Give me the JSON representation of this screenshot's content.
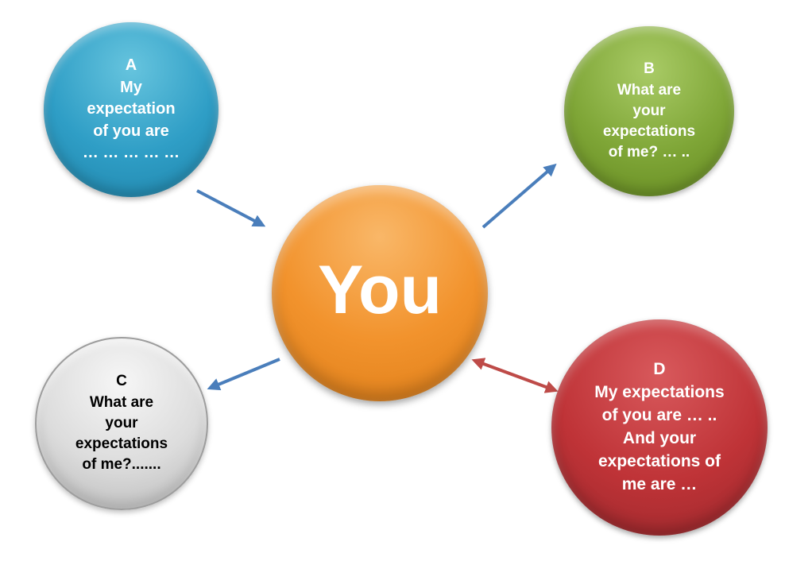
{
  "diagram": {
    "center_node": {
      "label": "You",
      "color": "#F2932D",
      "text_color": "#FFFFFF"
    },
    "nodes": {
      "a": {
        "id": "A",
        "text": "A\nMy\nexpectation\nof you are\n… … … … …",
        "color": "#2F9EC6",
        "text_color": "#FFFFFF",
        "position": "top-left"
      },
      "b": {
        "id": "B",
        "text": "B\nWhat are\nyour\nexpectations\nof me? … ..",
        "color": "#7FA637",
        "text_color": "#FFFFFF",
        "position": "top-right"
      },
      "c": {
        "id": "C",
        "text": "C\nWhat are\nyour\nexpectations\nof me?.......",
        "color": "#D9D9D9",
        "text_color": "#000000",
        "position": "bottom-left"
      },
      "d": {
        "id": "D",
        "text": "D\nMy expectations\nof you are … ..\nAnd your\nexpectations of\nme are …",
        "color": "#BF3337",
        "text_color": "#FFFFFF",
        "position": "bottom-right"
      }
    },
    "arrows": {
      "blue_color": "#4A7EBB",
      "red_color": "#BE4B48",
      "connections": [
        {
          "from": "A",
          "to": "You",
          "type": "single",
          "color": "#4A7EBB"
        },
        {
          "from": "You",
          "to": "B",
          "type": "single",
          "color": "#4A7EBB"
        },
        {
          "from": "You",
          "to": "C",
          "type": "single",
          "color": "#4A7EBB"
        },
        {
          "from": "You",
          "to": "D",
          "type": "double",
          "color": "#BE4B48"
        }
      ]
    }
  }
}
